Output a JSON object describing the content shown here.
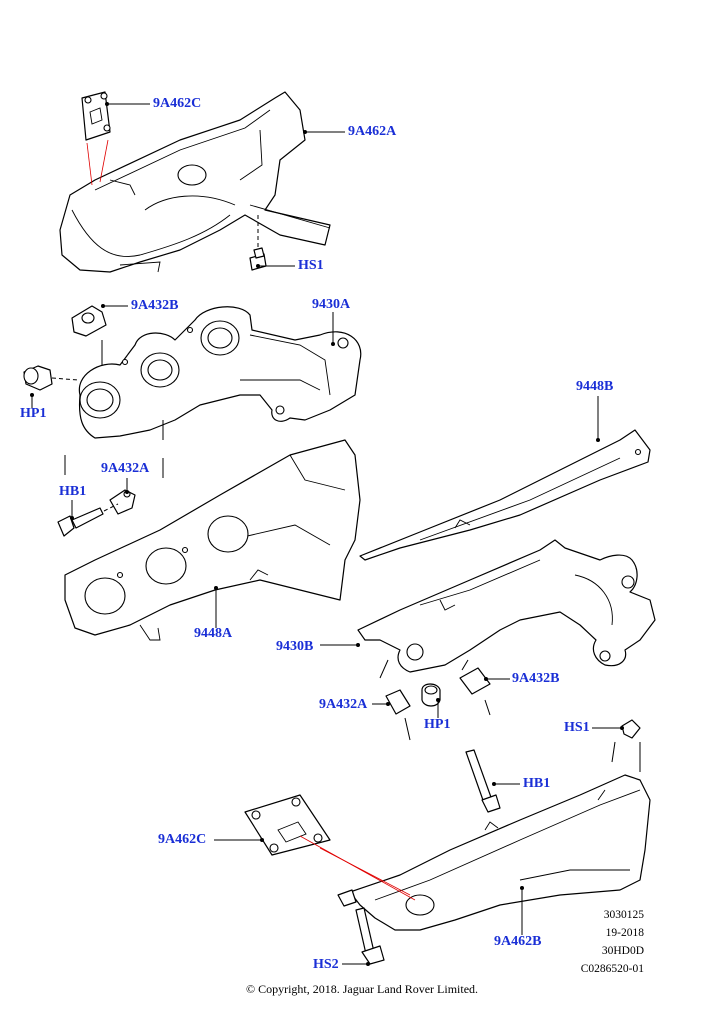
{
  "callouts": {
    "c1": "9A462C",
    "c2": "9A462A",
    "c3": "HS1",
    "c4": "9A432B",
    "c5": "9430A",
    "c6": "HP1",
    "c7": "9448B",
    "c8": "9A432A",
    "c9": "HB1",
    "c10": "9448A",
    "c11": "9430B",
    "c12": "9A432B",
    "c13": "9A432A",
    "c14": "HP1",
    "c15": "HS1",
    "c16": "HB1",
    "c17": "9A462C",
    "c18": "9A462B",
    "c19": "HS2"
  },
  "reference": {
    "line1": "3030125",
    "line2": "19-2018",
    "line3": "30HD0D",
    "line4": "C0286520-01"
  },
  "copyright": "© Copyright, 2018. Jaguar Land Rover Limited.",
  "colors": {
    "callout": "#1a2fd6",
    "pointer_line": "#e00000"
  }
}
